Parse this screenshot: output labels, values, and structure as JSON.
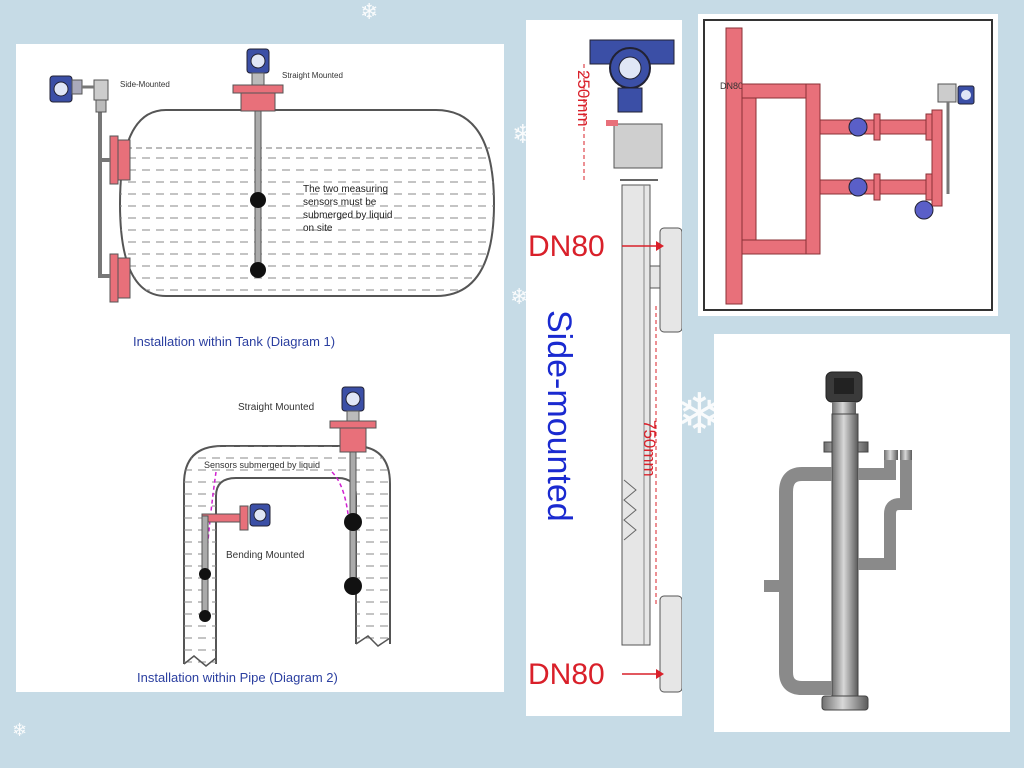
{
  "snowflake_glyph": "❄",
  "colors": {
    "background": "#c6dbe6",
    "pipe_red": "#e8707a",
    "transmitter_blue": "#3b4fa6",
    "caption_blue": "#2b3fa0",
    "dimension_red": "#d9202a",
    "vertical_blue": "#1a2ad0"
  },
  "diagram1": {
    "label_side_mounted": "Side-Mounted",
    "label_straight_mounted": "Straight Mounted",
    "note_line1": "The two measuring",
    "note_line2": "sensors must be",
    "note_line3": "submerged by liquid",
    "note_line4": "on site",
    "caption": "Installation within Tank (Diagram 1)"
  },
  "diagram2": {
    "label_straight_mounted": "Straight  Mounted",
    "label_sensors": "Sensors submerged by liquid",
    "label_bending": "Bending Mounted",
    "caption": "Installation within Pipe (Diagram 2)"
  },
  "side_drawing": {
    "dim_top": "250mm",
    "dim_middle": "750mm",
    "flange_top": "DN80",
    "flange_bottom": "DN80",
    "vertical_title": "Side-mounted"
  },
  "schematic": {
    "pipe_label": "DN80"
  }
}
